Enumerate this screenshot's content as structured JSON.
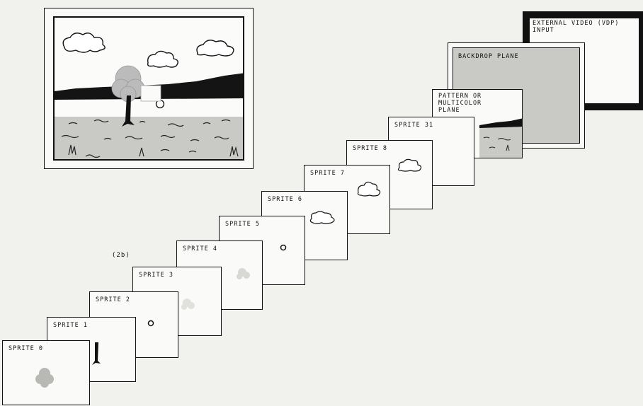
{
  "figure": {
    "label": "(2b)"
  },
  "planes": {
    "external_video": {
      "label": "EXTERNAL VIDEO (VDP)\nINPUT"
    },
    "backdrop": {
      "label": "BACKDROP PLANE"
    },
    "pattern": {
      "label": "PATTERN OR\nMULTICOLOR\nPLANE"
    },
    "sprites": [
      {
        "label": "SPRITE 31"
      },
      {
        "label": "SPRITE 8"
      },
      {
        "label": "SPRITE 7"
      },
      {
        "label": "SPRITE 6"
      },
      {
        "label": "SPRITE 5"
      },
      {
        "label": "SPRITE 4"
      },
      {
        "label": "SPRITE 3"
      },
      {
        "label": "SPRITE 2"
      },
      {
        "label": "SPRITE 1"
      },
      {
        "label": "SPRITE 0"
      }
    ]
  },
  "colors": {
    "ink": "#111111",
    "paper": "#fafaf8",
    "ground_gray": "#c9c9c5",
    "foliage_gray": "#b8b8b4"
  }
}
